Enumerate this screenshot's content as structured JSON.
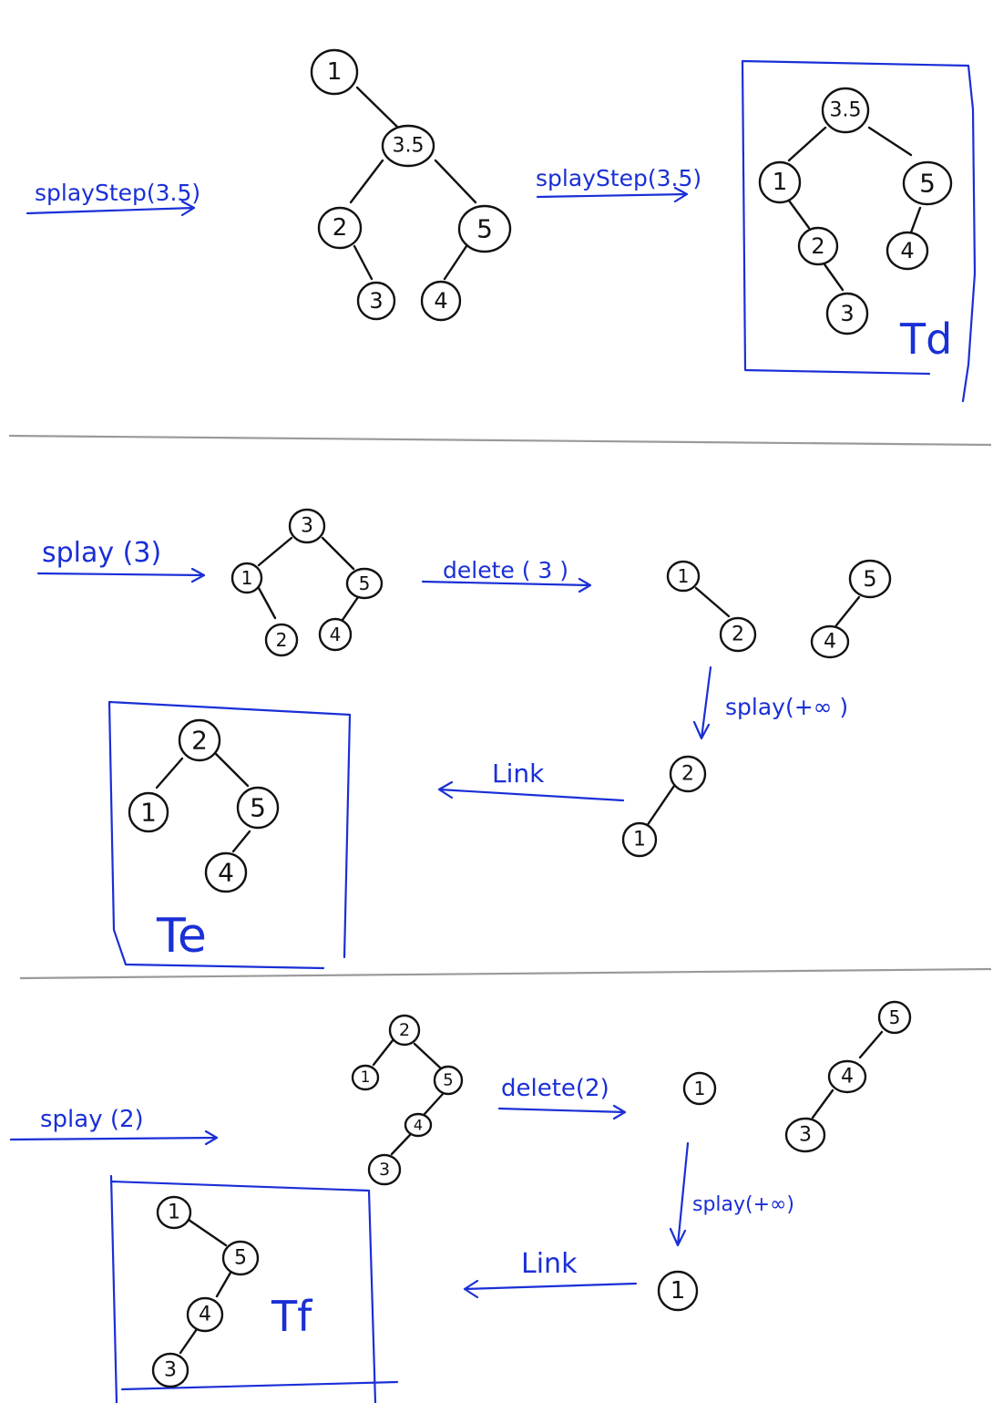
{
  "colors": {
    "ink": "#111111",
    "annotation": "#1a2fd6",
    "divider": "#9a9a9a"
  },
  "section1": {
    "op1": "splayStep(3.5)",
    "op2": "splayStep(3.5)",
    "tree_a": {
      "n1": "1",
      "n35": "3.5",
      "n2": "2",
      "n5": "5",
      "n3": "3",
      "n4": "4"
    },
    "tree_d": {
      "n35": "3.5",
      "n1": "1",
      "n5": "5",
      "n2": "2",
      "n4": "4",
      "n3": "3",
      "label": "Td"
    }
  },
  "section2": {
    "op_splay": "splay (3)",
    "op_delete": "delete ( 3 )",
    "op_splay_inf": "splay(+∞ )",
    "op_link": "Link",
    "tree_b": {
      "n3": "3",
      "n1": "1",
      "n5": "5",
      "n2": "2",
      "n4": "4"
    },
    "tree_l": {
      "n1": "1",
      "n2": "2"
    },
    "tree_r": {
      "n5": "5",
      "n4": "4"
    },
    "tree_s": {
      "n2": "2",
      "n1": "1"
    },
    "tree_e": {
      "n2": "2",
      "n1": "1",
      "n5": "5",
      "n4": "4",
      "label": "Te"
    }
  },
  "section3": {
    "op_splay": "splay (2)",
    "op_delete": "delete(2)",
    "op_splay_inf": "splay(+∞)",
    "op_link": "Link",
    "tree_c": {
      "n2": "2",
      "n1": "1",
      "n5": "5",
      "n4": "4",
      "n3": "3"
    },
    "tree_l": {
      "n1": "1"
    },
    "tree_r": {
      "n5": "5",
      "n4": "4",
      "n3": "3"
    },
    "tree_s": {
      "n1": "1"
    },
    "tree_f": {
      "n1": "1",
      "n5": "5",
      "n4": "4",
      "n3": "3",
      "label": "Tf"
    }
  }
}
